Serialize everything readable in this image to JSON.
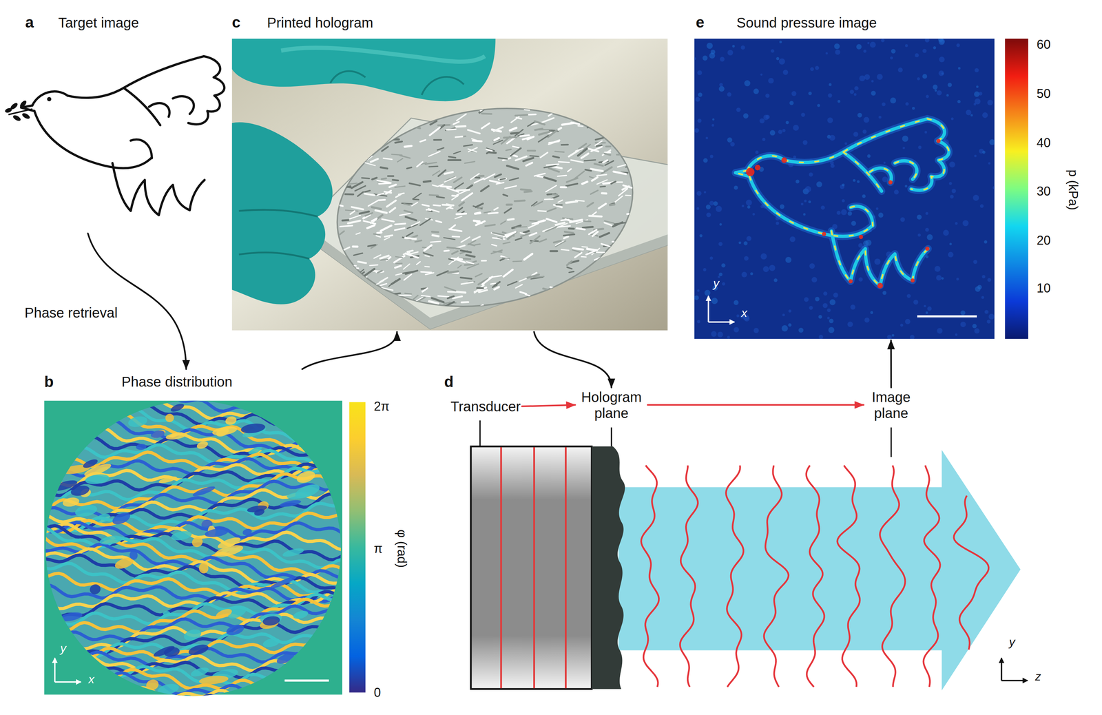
{
  "diagram": {
    "nodes": [
      {
        "text": [
          "a",
          "Target image"
        ]
      },
      {
        "text": [
          "b",
          "Phase distribution"
        ]
      },
      {
        "text": [
          "c",
          "Printed hologram"
        ]
      },
      {
        "text": [
          "d"
        ]
      },
      {
        "text": [
          "e",
          "Sound pressure image"
        ]
      },
      {
        "text": [
          "Transducer"
        ],
        "in": 3
      },
      {
        "text": [
          "Hologram plane"
        ],
        "in": 3
      },
      {
        "text": [
          "Image plane"
        ],
        "in": 3
      }
    ],
    "edges": [
      {
        "from": 0,
        "to": 1,
        "arrow": "to",
        "label": "Phase retrieval"
      },
      {
        "from": 1,
        "to": 2,
        "arrow": "to"
      },
      {
        "from": 2,
        "to": 6,
        "arrow": "to"
      },
      {
        "from": 5,
        "to": 6,
        "arrow": "to"
      },
      {
        "from": 6,
        "to": 7,
        "arrow": "to"
      },
      {
        "from": 7,
        "to": 4,
        "arrow": "to"
      }
    ],
    "labels": [
      "2π",
      "π",
      "0",
      "φ (rad)",
      "y",
      "x",
      "y",
      "z",
      "60",
      "50",
      "40",
      "30",
      "20",
      "10",
      "p (kPa)",
      "y",
      "x"
    ]
  }
}
